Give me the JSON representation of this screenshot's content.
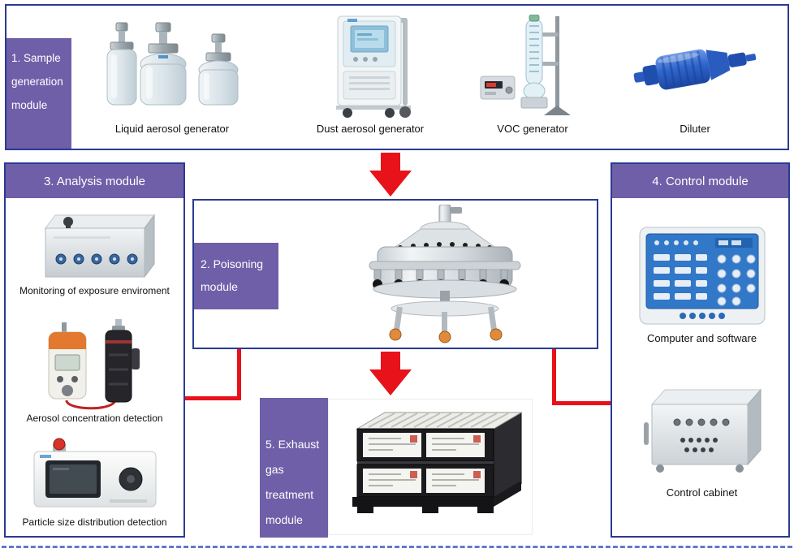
{
  "modules": {
    "sample": {
      "label": "1. Sample generation module",
      "items": [
        {
          "caption": "Liquid aerosol generator"
        },
        {
          "caption": "Dust aerosol generator"
        },
        {
          "caption": "VOC generator"
        },
        {
          "caption": "Diluter"
        }
      ]
    },
    "poisoning": {
      "label": "2. Poisoning module"
    },
    "analysis": {
      "label": "3. Analysis module",
      "items": [
        {
          "caption": "Monitoring of exposure enviroment"
        },
        {
          "caption": "Aerosol concentration detection"
        },
        {
          "caption": "Particle size distribution detection"
        }
      ]
    },
    "control": {
      "label": "4. Control module",
      "items": [
        {
          "caption": "Computer and software"
        },
        {
          "caption": "Control cabinet"
        }
      ]
    },
    "exhaust": {
      "label": "5. Exhaust gas treatment module"
    }
  },
  "colors": {
    "module_purple": "#6E5FA8",
    "box_border": "#2B3A93",
    "arrow_red": "#E8121A",
    "dashed_line": "#6279C8"
  }
}
